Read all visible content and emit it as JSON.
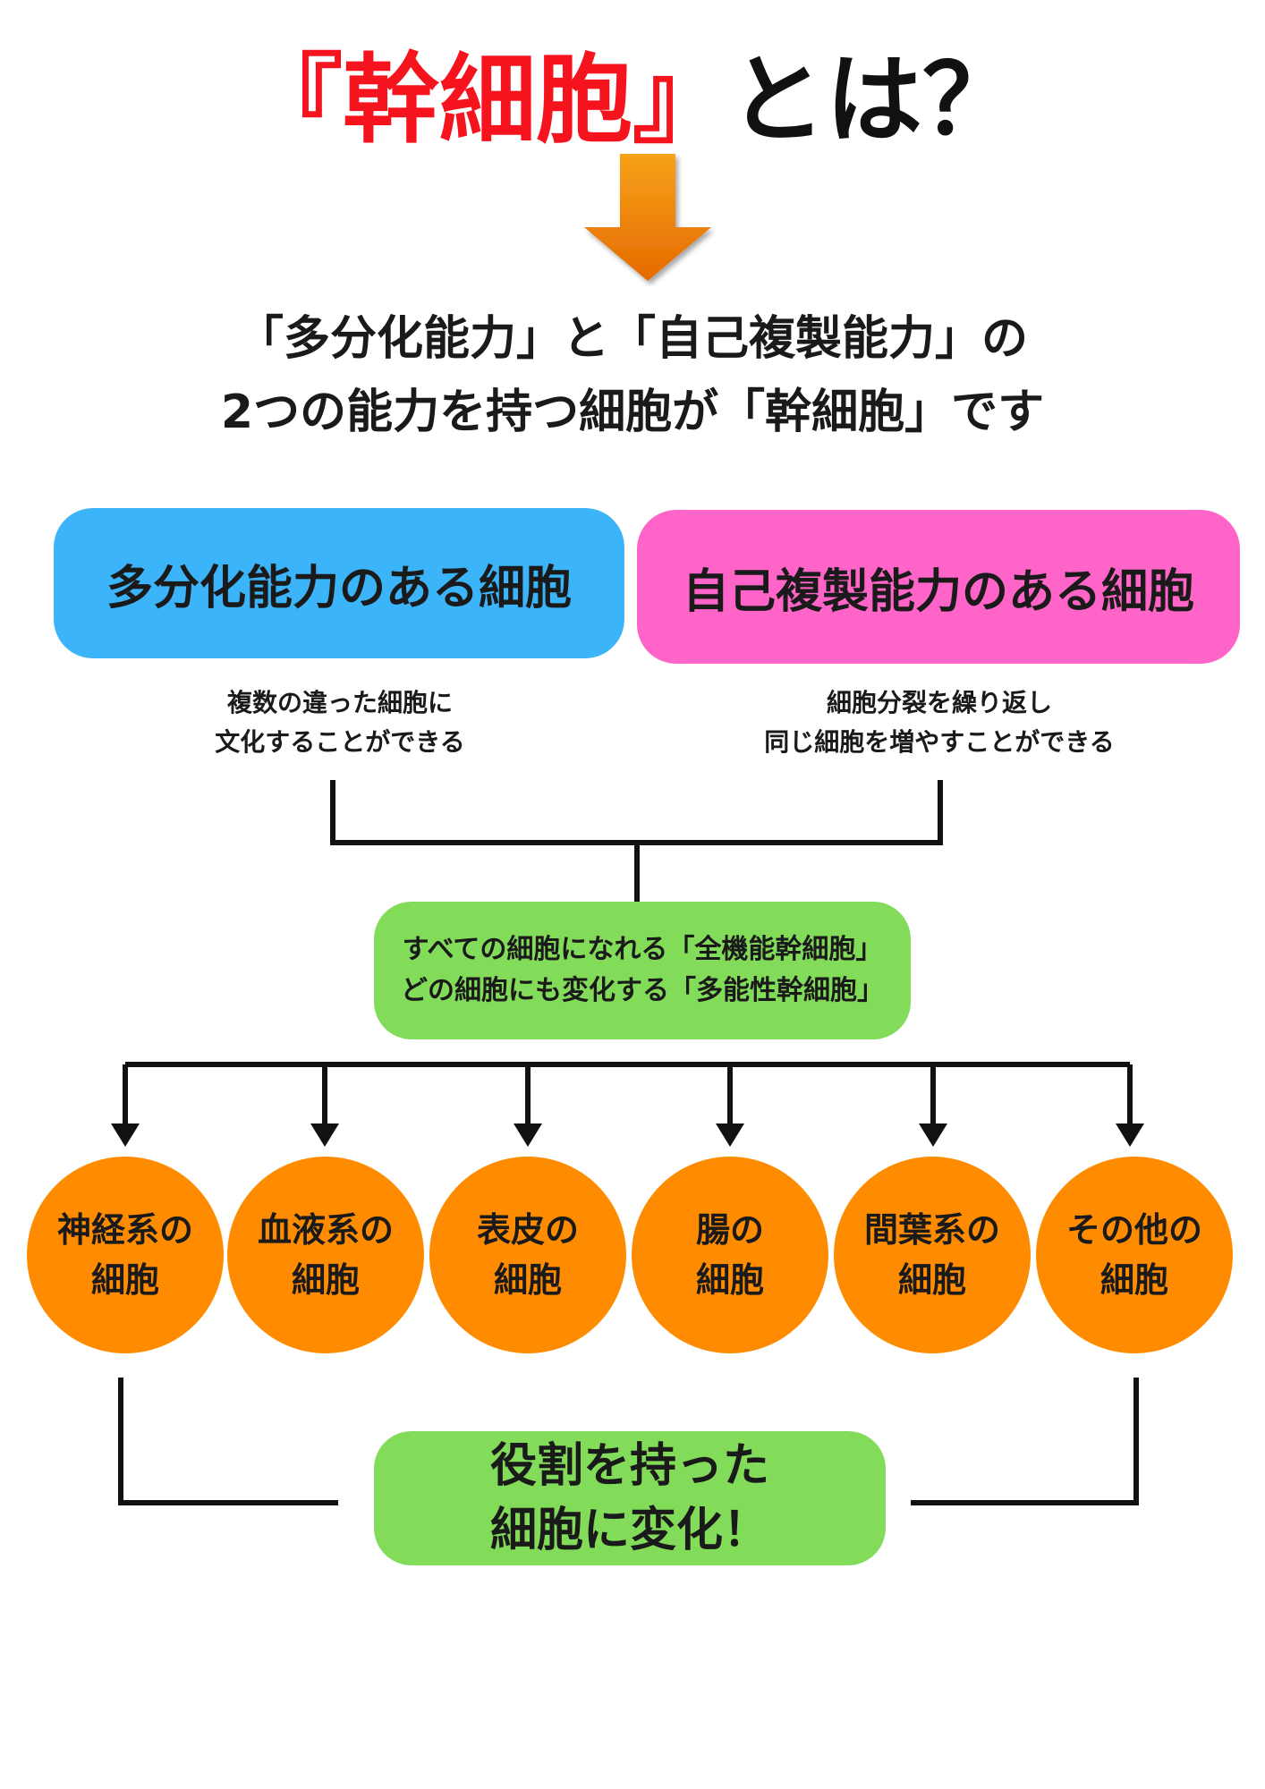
{
  "title": {
    "highlight": "『幹細胞』",
    "rest": "とは？"
  },
  "subtitle": {
    "line1": "「多分化能力」と「自己複製能力」の",
    "line2": "2つの能力を持つ細胞が「幹細胞」です"
  },
  "abilities": [
    {
      "label": "多分化能力のある細胞",
      "desc_line1": "複数の違った細胞に",
      "desc_line2": "文化することができる"
    },
    {
      "label": "自己複製能力のある細胞",
      "desc_line1": "細胞分裂を繰り返し",
      "desc_line2": "同じ細胞を増やすことができる"
    }
  ],
  "stem": {
    "line1": "すべての細胞になれる「全機能幹細胞」",
    "line2": "どの細胞にも変化する「多能性幹細胞」"
  },
  "cells": [
    {
      "line1": "神経系の",
      "line2": "細胞"
    },
    {
      "line1": "血液系の",
      "line2": "細胞"
    },
    {
      "line1": "表皮の",
      "line2": "細胞"
    },
    {
      "line1": "腸の",
      "line2": "細胞"
    },
    {
      "line1": "間葉系の",
      "line2": "細胞"
    },
    {
      "line1": "その他の",
      "line2": "細胞"
    }
  ],
  "result": {
    "line1": "役割を持った",
    "line2": "細胞に変化！"
  },
  "colors": {
    "title_red": "#f5141e",
    "arrow_orange": "#f08c00",
    "blue": "#3cb4fa",
    "pink": "#ff64c8",
    "green": "#82dc5a",
    "orange": "#ff8c00"
  }
}
